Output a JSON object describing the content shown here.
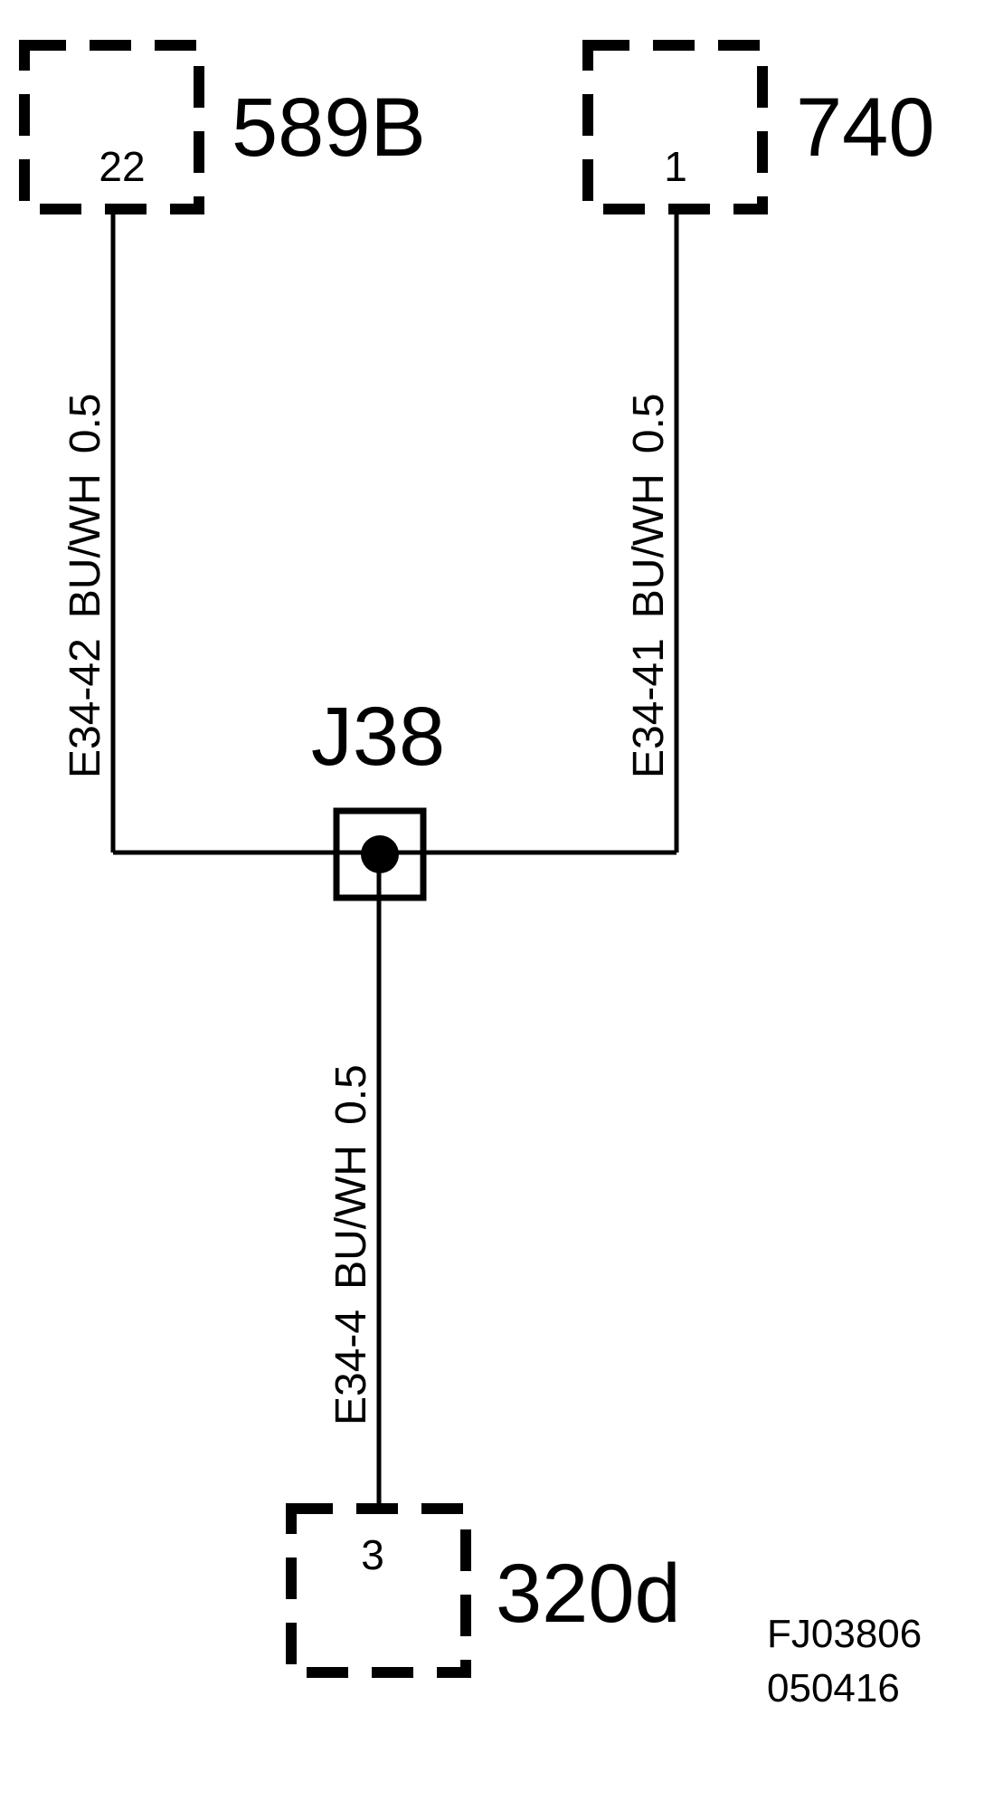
{
  "colors": {
    "ink": "#000000",
    "background": "#ffffff"
  },
  "components": {
    "c589b": {
      "name": "589B",
      "pin": "22"
    },
    "c740": {
      "name": "740",
      "pin": "1"
    },
    "c320d": {
      "name": "320d",
      "pin": "3"
    }
  },
  "splice": {
    "name": "J38"
  },
  "wires": {
    "left": {
      "circuit": "E34-42",
      "color": "BU/WH",
      "size": "0.5"
    },
    "right": {
      "circuit": "E34-41",
      "color": "BU/WH",
      "size": "0.5"
    },
    "down": {
      "circuit": "E34-4",
      "color": "BU/WH",
      "size": "0.5"
    }
  },
  "reference": {
    "code": "FJ03806",
    "date": "050416"
  }
}
